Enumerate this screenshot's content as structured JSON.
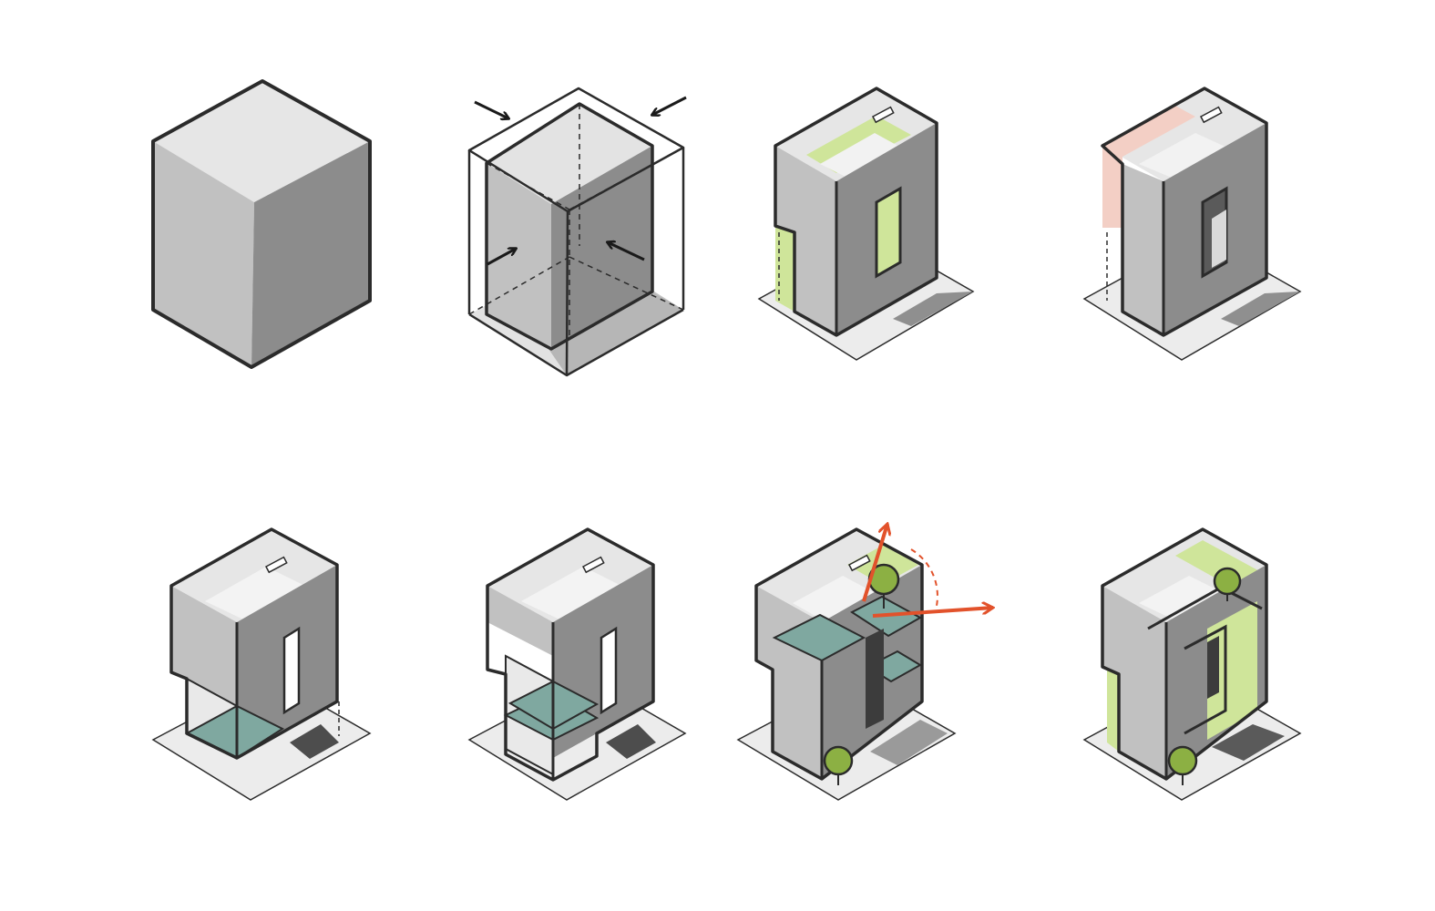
{
  "colors": {
    "background": "#ffffff",
    "outline": "#2b2b2b",
    "top_face": "#e6e6e6",
    "left_face": "#c1c1c1",
    "right_face": "#8c8c8c",
    "ground": "#ededed",
    "shadow": "#8f8f8f",
    "courtyard_green": "#cfe59a",
    "accent_pink": "#f3cfc5",
    "glass_teal": "#7fa8a0",
    "tree_green": "#8cb043",
    "arrow_orange": "#e2522b",
    "arrow_black": "#1a1a1a"
  },
  "steps": [
    {
      "id": 1,
      "icons": [
        "cube-icon"
      ]
    },
    {
      "id": 2,
      "icons": [
        "frame-box-icon",
        "compress-arrow-icon"
      ]
    },
    {
      "id": 3,
      "icons": [
        "courtyard-icon",
        "window-slot-icon"
      ]
    },
    {
      "id": 4,
      "icons": [
        "pink-wall-icon",
        "window-slot-icon"
      ]
    },
    {
      "id": 5,
      "icons": [
        "glass-floor-icon"
      ]
    },
    {
      "id": 6,
      "icons": [
        "glass-floor-icon"
      ]
    },
    {
      "id": 7,
      "icons": [
        "tree-icon",
        "view-arrow-icon"
      ]
    },
    {
      "id": 8,
      "icons": [
        "tree-icon",
        "green-balcony-icon"
      ]
    }
  ]
}
